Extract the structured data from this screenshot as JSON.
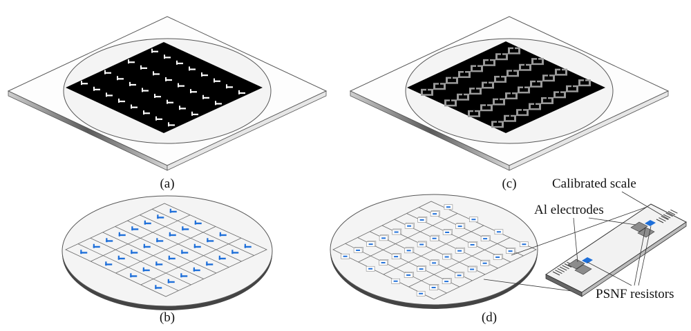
{
  "panels": {
    "a": {
      "caption": "(a)"
    },
    "b": {
      "caption": "(b)"
    },
    "c": {
      "caption": "(c)"
    },
    "d": {
      "caption": "(d)"
    }
  },
  "callouts": {
    "calibrated_scale": "Calibrated scale",
    "al_electrodes": "Al electrodes",
    "psnf_resistors": "PSNF resistors"
  },
  "colors": {
    "resistor_blue": "#1e6fd9",
    "mask_black": "#000000",
    "electrode_gray": "#9a9a9a",
    "wafer_fill": "#f4f4f4"
  }
}
